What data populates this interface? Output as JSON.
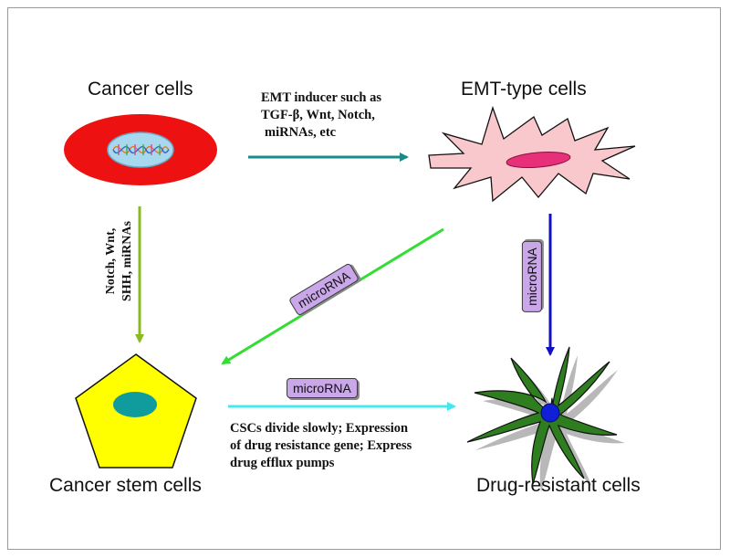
{
  "nodes": {
    "cancer_cells": "Cancer cells",
    "emt_cells": "EMT-type cells",
    "stem_cells": "Cancer stem cells",
    "drug_resistant": "Drug-resistant cells"
  },
  "edges": {
    "emt_inducer": [
      "EMT inducer such as",
      "TGF-β, Wnt, Notch,",
      "miRNAs, etc"
    ],
    "notch_wnt": [
      "Notch, Wnt,",
      "SHH, miRNAs"
    ],
    "csc_note": [
      "CSCs divide slowly; Expression",
      "of drug resistance gene; Express",
      "drug efflux pumps"
    ]
  },
  "badges": {
    "diagonal": "microRNA",
    "vertical": "microRNA",
    "horizontal": "microRNA"
  },
  "colors": {
    "teal_arrow": "#1a8a8a",
    "green_arrow": "#33dd33",
    "olive_arrow": "#88bb22",
    "blue_arrow": "#1010c0",
    "cyan_arrow": "#44e8f0",
    "badge_fill": "#c9a7e8"
  }
}
